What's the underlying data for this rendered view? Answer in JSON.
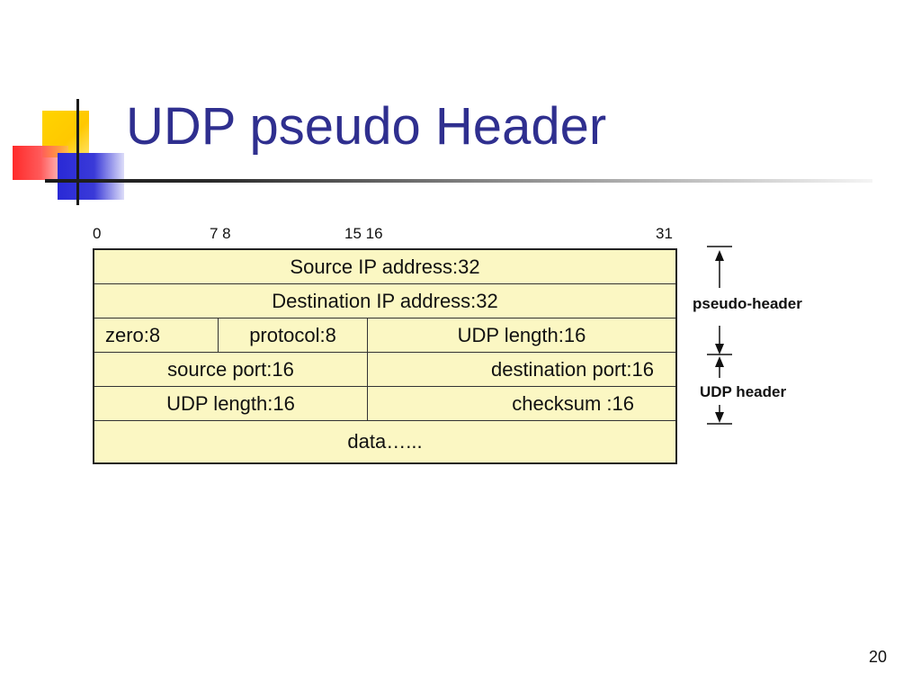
{
  "title": "UDP pseudo Header",
  "bit_labels": [
    "0",
    "7 8",
    "15 16",
    "31"
  ],
  "rows": [
    {
      "cells": [
        "Source IP address:32"
      ]
    },
    {
      "cells": [
        "Destination IP address:32"
      ]
    },
    {
      "cells": [
        "zero:8",
        "protocol:8",
        "UDP length:16"
      ]
    },
    {
      "cells": [
        "source port:16",
        "destination port:16"
      ]
    },
    {
      "cells": [
        "UDP length:16",
        "checksum :16"
      ]
    },
    {
      "cells": [
        "data…..."
      ]
    }
  ],
  "annotations": {
    "pseudo_header": "pseudo-header",
    "udp_header": "UDP header"
  },
  "page_number": "20",
  "colors": {
    "title": "#2f2f8f",
    "table_fill": "#fbf7c3",
    "logo_yellow": "#ffd400",
    "logo_red": "#ff2a2a",
    "logo_blue": "#2929d6"
  }
}
